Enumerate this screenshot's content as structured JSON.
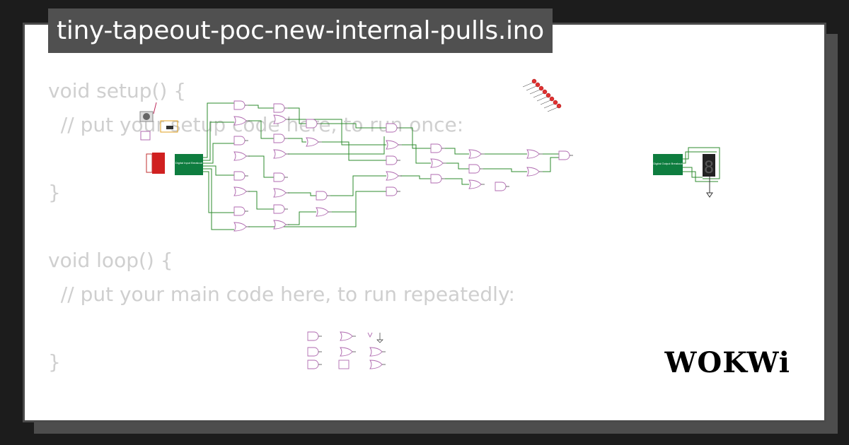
{
  "project": {
    "title": "tiny-tapeout-poc-new-internal-pulls.ino"
  },
  "code": {
    "lines": [
      "void setup() {",
      "  // put your setup code here, to run once:",
      "",
      "}",
      "",
      "void loop() {",
      "  // put your main code here, to run repeatedly:",
      "",
      "}"
    ]
  },
  "circuit": {
    "input_breakout_label": "Digital Input Breakout",
    "output_breakout_label": "Digital Output Breakout",
    "seven_segment_digit": "8",
    "wire_color": "#2e8b2e",
    "gate_color": "#b06ab0",
    "breakout_color": "#0e7d3f"
  },
  "brand": {
    "logo_text": "WOKWi"
  }
}
